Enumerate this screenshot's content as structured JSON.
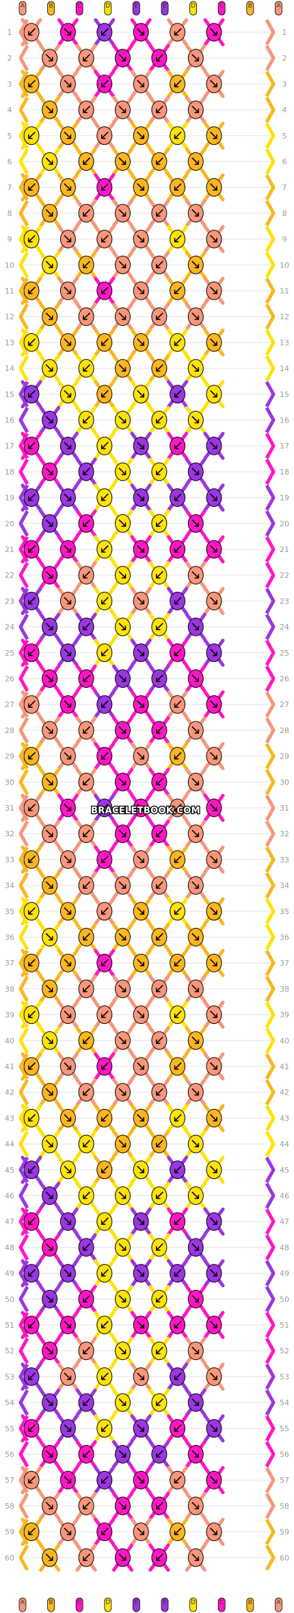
{
  "pattern": {
    "watermark": "BRACELETBOOK.COM",
    "rows": 60,
    "strand_labels": [
      "A",
      "B",
      "C",
      "D",
      "E",
      "E",
      "D",
      "C",
      "B",
      "A"
    ],
    "colors": {
      "A": "#f7967a",
      "B": "#fbb61f",
      "C": "#ff16c4",
      "D": "#ffe208",
      "E": "#9b36e0"
    },
    "row_numbers": [
      "1",
      "2",
      "3",
      "4",
      "5",
      "6",
      "7",
      "8",
      "9",
      "10",
      "11",
      "12",
      "13",
      "14",
      "15",
      "16",
      "17",
      "18",
      "19",
      "20",
      "21",
      "22",
      "23",
      "24",
      "25",
      "26",
      "27",
      "28",
      "29",
      "30",
      "31",
      "32",
      "33",
      "34",
      "35",
      "36",
      "37",
      "38",
      "39",
      "40",
      "41",
      "42",
      "43",
      "44",
      "45",
      "46",
      "47",
      "48",
      "49",
      "50",
      "51",
      "52",
      "53",
      "54",
      "55",
      "56",
      "57",
      "58",
      "59",
      "60"
    ]
  }
}
